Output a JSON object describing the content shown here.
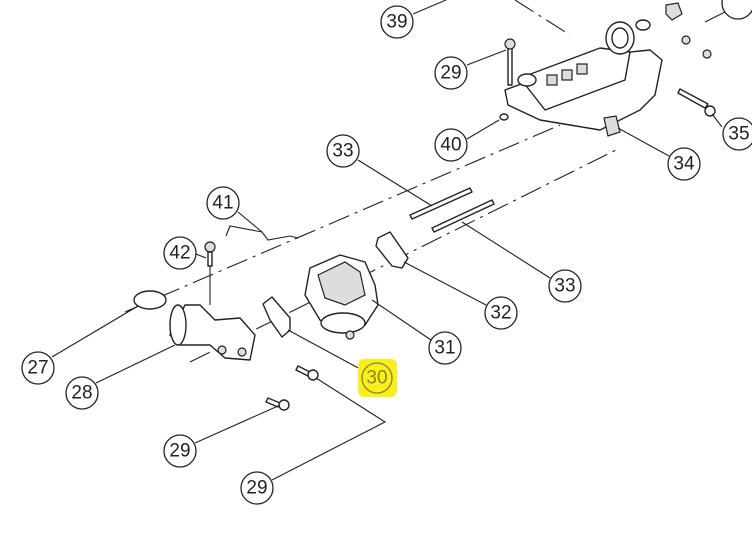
{
  "diagram": {
    "type": "exploded parts diagram",
    "highlight_color": "#f7f01e",
    "highlighted_callout": "30",
    "callouts": [
      "39",
      "29",
      "40",
      "33",
      "34",
      "35",
      "33",
      "32",
      "31",
      "30",
      "41",
      "42",
      "27",
      "28",
      "29",
      "29"
    ]
  }
}
